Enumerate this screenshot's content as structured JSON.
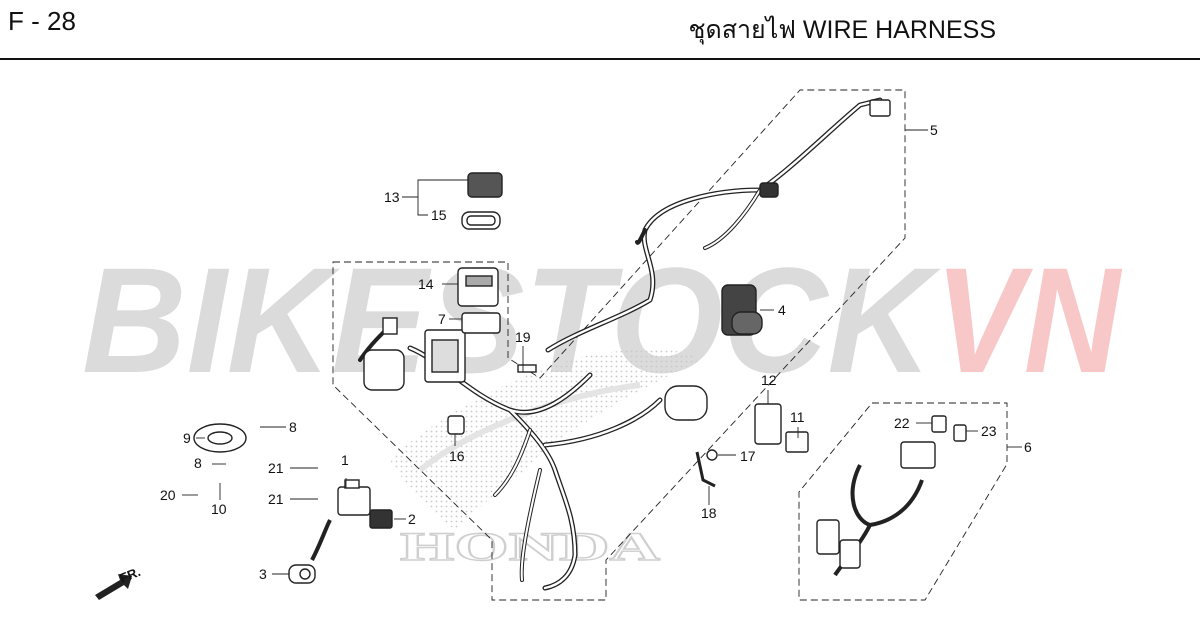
{
  "header": {
    "code": "F - 28",
    "title": "ชุดสายไฟ  WIRE HARNESS"
  },
  "watermark": {
    "part1": "BIKESTOCK",
    "part2": "VN",
    "color1": "#bdbdbd",
    "color2": "#f3a3a3",
    "honda": "HONDA"
  },
  "front_marker": "FR.",
  "callouts": [
    "1",
    "2",
    "3",
    "4",
    "5",
    "6",
    "7",
    "8",
    "8",
    "9",
    "10",
    "11",
    "12",
    "13",
    "14",
    "15",
    "16",
    "17",
    "18",
    "19",
    "20",
    "21",
    "21",
    "22",
    "23"
  ]
}
